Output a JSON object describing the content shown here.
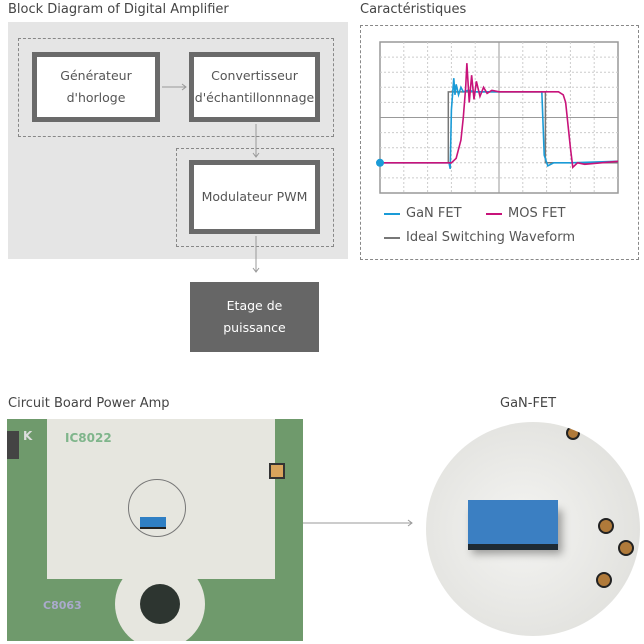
{
  "block_diagram": {
    "title": "Block Diagram of Digital Amplifier",
    "blocks": [
      {
        "label": "Générateur d'horloge"
      },
      {
        "label": "Convertisseur d'échantillonnnage"
      },
      {
        "label": "Modulateur PWM"
      },
      {
        "label": "Etage de puissance"
      }
    ]
  },
  "characteristics": {
    "title": "Caractéristiques",
    "chart_data": {
      "type": "line",
      "title": "",
      "xlabel": "",
      "ylabel": "",
      "grid": true,
      "xlim": [
        0,
        10
      ],
      "ylim": [
        0,
        10
      ],
      "legend_position": "bottom",
      "series": [
        {
          "name": "GaN FET",
          "color": "#1a9bd7",
          "x": [
            0,
            2.9,
            2.95,
            3.0,
            3.1,
            3.15,
            3.2,
            3.3,
            3.4,
            3.5,
            3.7,
            4,
            5,
            6.5,
            6.8,
            6.9,
            7.05,
            7.3,
            8,
            10
          ],
          "y": [
            2,
            2,
            1.6,
            5.5,
            7.6,
            6.5,
            7.2,
            6.5,
            7.0,
            6.7,
            6.8,
            6.7,
            6.7,
            6.7,
            6.7,
            2.5,
            1.8,
            2.0,
            2.0,
            2.1
          ]
        },
        {
          "name": "MOS FET",
          "color": "#c8137a",
          "x": [
            0,
            3.0,
            3.2,
            3.4,
            3.5,
            3.6,
            3.65,
            3.75,
            3.85,
            3.95,
            4.05,
            4.2,
            4.35,
            4.5,
            4.7,
            5,
            6,
            7,
            7.5,
            7.7,
            7.8,
            8.0,
            8.1,
            8.3,
            8.6,
            10
          ],
          "y": [
            2,
            2,
            2.3,
            3.5,
            5.0,
            7.0,
            8.6,
            6.0,
            7.8,
            6.2,
            7.4,
            6.4,
            7.0,
            6.6,
            6.8,
            6.7,
            6.7,
            6.7,
            6.7,
            6.5,
            6.0,
            3.0,
            1.7,
            2.0,
            1.9,
            2.1
          ]
        },
        {
          "name": "Ideal Switching Waveform",
          "color": "#777",
          "x": [
            0,
            2.87,
            2.87,
            6.95,
            6.95,
            10
          ],
          "y": [
            2,
            2,
            6.7,
            6.7,
            2,
            2
          ]
        }
      ]
    }
  },
  "photos": {
    "board_title": "Circuit Board Power Amp",
    "board_labels": [
      "IC8022",
      "C8063",
      "K"
    ],
    "zoom_title": "GaN-FET"
  }
}
